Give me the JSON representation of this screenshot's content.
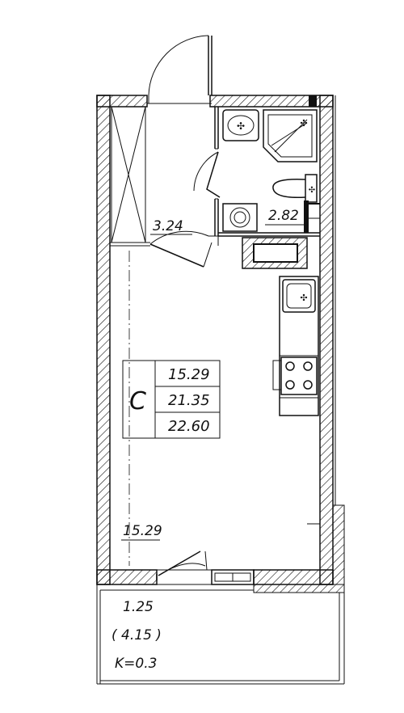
{
  "rooms": {
    "hall_area": "3.24",
    "bathroom_area": "2.82",
    "main_room_area": "15.29"
  },
  "area_table": {
    "type": "C",
    "living_area": "15.29",
    "total_area": "21.35",
    "total_with_balcony": "22.60"
  },
  "balcony": {
    "area": "1.25",
    "full_area": "( 4.15 )",
    "coefficient": "K=0.3"
  },
  "colors": {
    "line": "#111111",
    "background": "#ffffff"
  }
}
